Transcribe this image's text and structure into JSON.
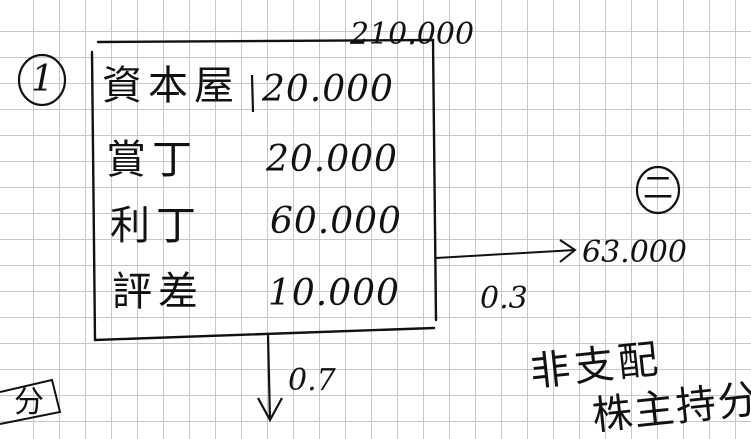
{
  "note": {
    "circled_number": "1",
    "total": "210.000",
    "rows": [
      {
        "label": "資本屋",
        "amount": "20.000"
      },
      {
        "label": "賞丁",
        "amount": "20.000"
      },
      {
        "label": "利丁",
        "amount": "60.000"
      },
      {
        "label": "評差",
        "amount": "10.000"
      }
    ],
    "arrow_right": {
      "ratio": "0.3",
      "result": "63.000"
    },
    "arrow_down": {
      "ratio": "0.7"
    },
    "circled_kanji": "二",
    "note_line1": "非支配",
    "note_line2": "株主持分",
    "corner_fragment": "分"
  }
}
